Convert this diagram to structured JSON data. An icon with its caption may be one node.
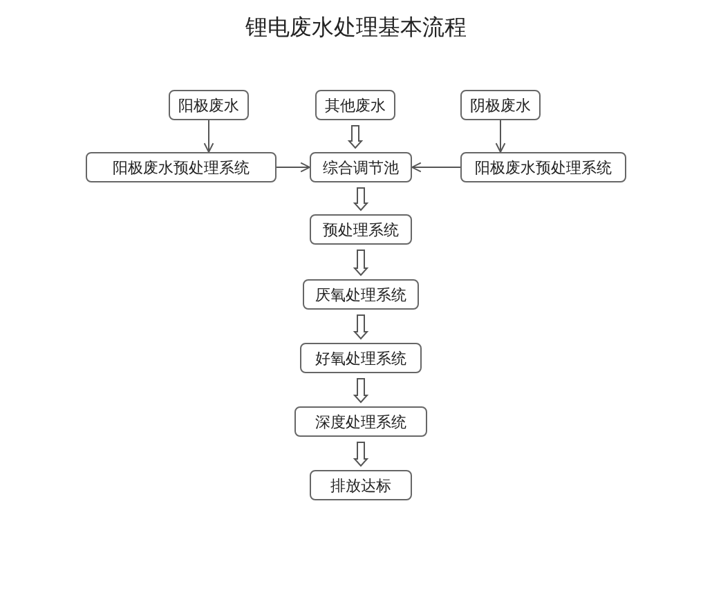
{
  "diagram": {
    "title": "锂电废水处理基本流程",
    "nodes": [
      {
        "text": [
          "阳极废水"
        ]
      },
      {
        "text": [
          "其他废水"
        ]
      },
      {
        "text": [
          "阴极废水"
        ]
      },
      {
        "text": [
          "阳极废水预处理系统"
        ]
      },
      {
        "text": [
          "综合调节池"
        ]
      },
      {
        "text": [
          "阳极废水预处理系统"
        ]
      },
      {
        "text": [
          "预处理系统"
        ]
      },
      {
        "text": [
          "厌氧处理系统"
        ]
      },
      {
        "text": [
          "好氧处理系统"
        ]
      },
      {
        "text": [
          "深度处理系统"
        ]
      },
      {
        "text": [
          "排放达标"
        ]
      }
    ],
    "edges": [
      {
        "from": 0,
        "to": 3,
        "arrow": "to"
      },
      {
        "from": 1,
        "to": 4,
        "arrow": "to",
        "style": "thick"
      },
      {
        "from": 2,
        "to": 5,
        "arrow": "to"
      },
      {
        "from": 3,
        "to": 4,
        "arrow": "to"
      },
      {
        "from": 5,
        "to": 4,
        "arrow": "to"
      },
      {
        "from": 4,
        "to": 6,
        "arrow": "to",
        "style": "thick"
      },
      {
        "from": 6,
        "to": 7,
        "arrow": "to",
        "style": "thick"
      },
      {
        "from": 7,
        "to": 8,
        "arrow": "to",
        "style": "thick"
      },
      {
        "from": 8,
        "to": 9,
        "arrow": "to",
        "style": "thick"
      },
      {
        "from": 9,
        "to": 10,
        "arrow": "to",
        "style": "thick"
      }
    ]
  }
}
